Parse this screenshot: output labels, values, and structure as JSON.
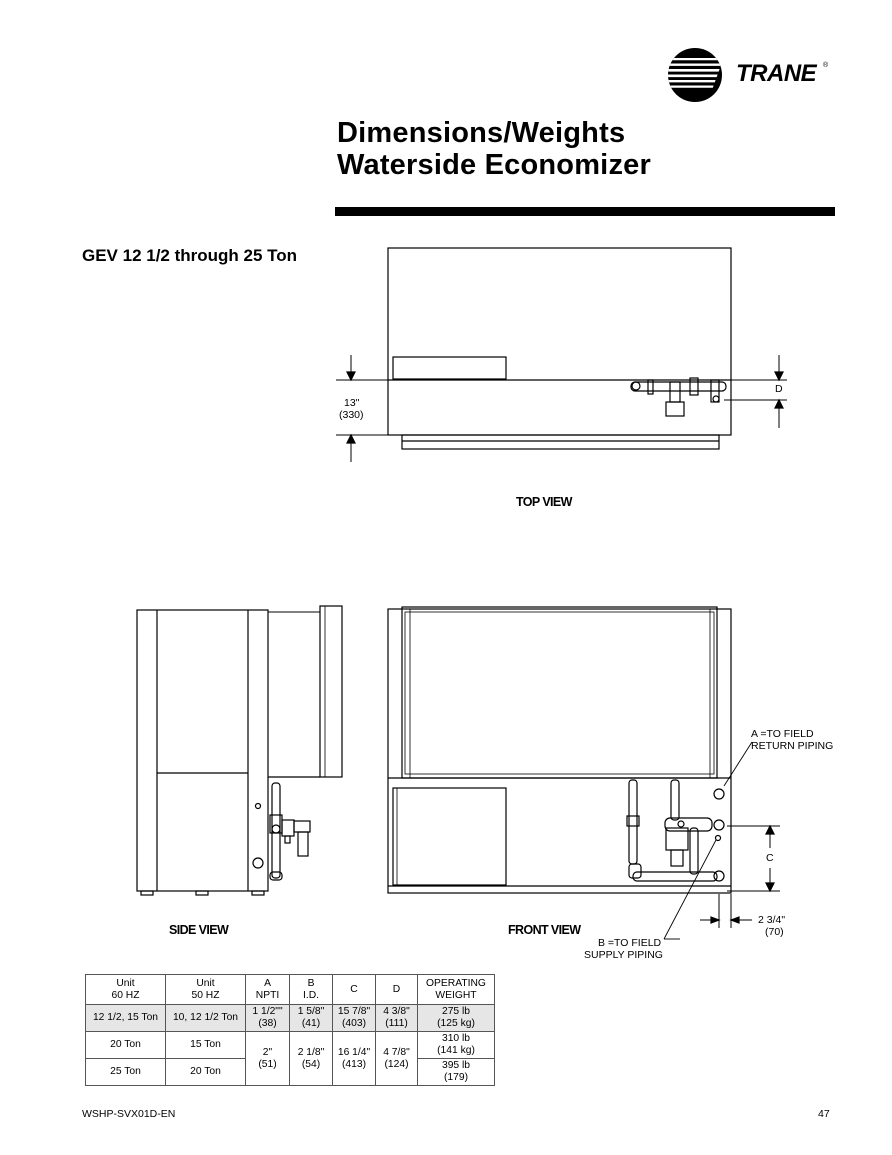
{
  "brand": {
    "name": "TRANE",
    "registered": "®"
  },
  "header": {
    "title_line1": "Dimensions/Weights",
    "title_line2": "Waterside Economizer"
  },
  "section_title": "GEV 12 1/2 through 25 Ton",
  "top_view": {
    "label": "TOP VIEW",
    "dim_13_in": "13\"",
    "dim_13_mm": "(330)",
    "dim_d": "D"
  },
  "side_view": {
    "label": "SIDE VIEW"
  },
  "front_view": {
    "label": "FRONT VIEW",
    "callout_a_line1": "A =TO FIELD",
    "callout_a_line2": "RETURN PIPING",
    "callout_b_line1": "B =TO FIELD",
    "callout_b_line2": "SUPPLY PIPING",
    "dim_c": "C",
    "dim_234_in": "2 3/4\"",
    "dim_234_mm": "(70)"
  },
  "table": {
    "headers": {
      "unit60_1": "Unit",
      "unit60_2": "60 HZ",
      "unit50_1": "Unit",
      "unit50_2": "50 HZ",
      "a_1": "A",
      "a_2": "NPTI",
      "b_1": "B",
      "b_2": "I.D.",
      "c": "C",
      "d": "D",
      "weight_1": "OPERATING",
      "weight_2": "WEIGHT"
    },
    "rows": [
      {
        "unit60": "12 1/2, 15 Ton",
        "unit50": "10, 12 1/2 Ton",
        "a_1": "1 1/2\"\"",
        "a_2": "(38)",
        "b_1": "1 5/8\"",
        "b_2": "(41)",
        "c_1": "15 7/8\"",
        "c_2": "(403)",
        "d_1": "4 3/8\"",
        "d_2": "(111)",
        "w_1": "275 lb",
        "w_2": "(125 kg)"
      },
      {
        "unit60": "20 Ton",
        "unit50": "15 Ton",
        "a_1": "2\"",
        "a_2": "(51)",
        "b_1": "2 1/8\"",
        "b_2": "(54)",
        "c_1": "16 1/4\"",
        "c_2": "(413)",
        "d_1": "4 7/8\"",
        "d_2": "(124)",
        "w_1": "310 lb",
        "w_2": "(141 kg)"
      },
      {
        "unit60": "25 Ton",
        "unit50": "20 Ton",
        "w_1": "395 lb",
        "w_2": "(179)"
      }
    ]
  },
  "footer": {
    "doc_id": "WSHP-SVX01D-EN",
    "page": "47"
  }
}
